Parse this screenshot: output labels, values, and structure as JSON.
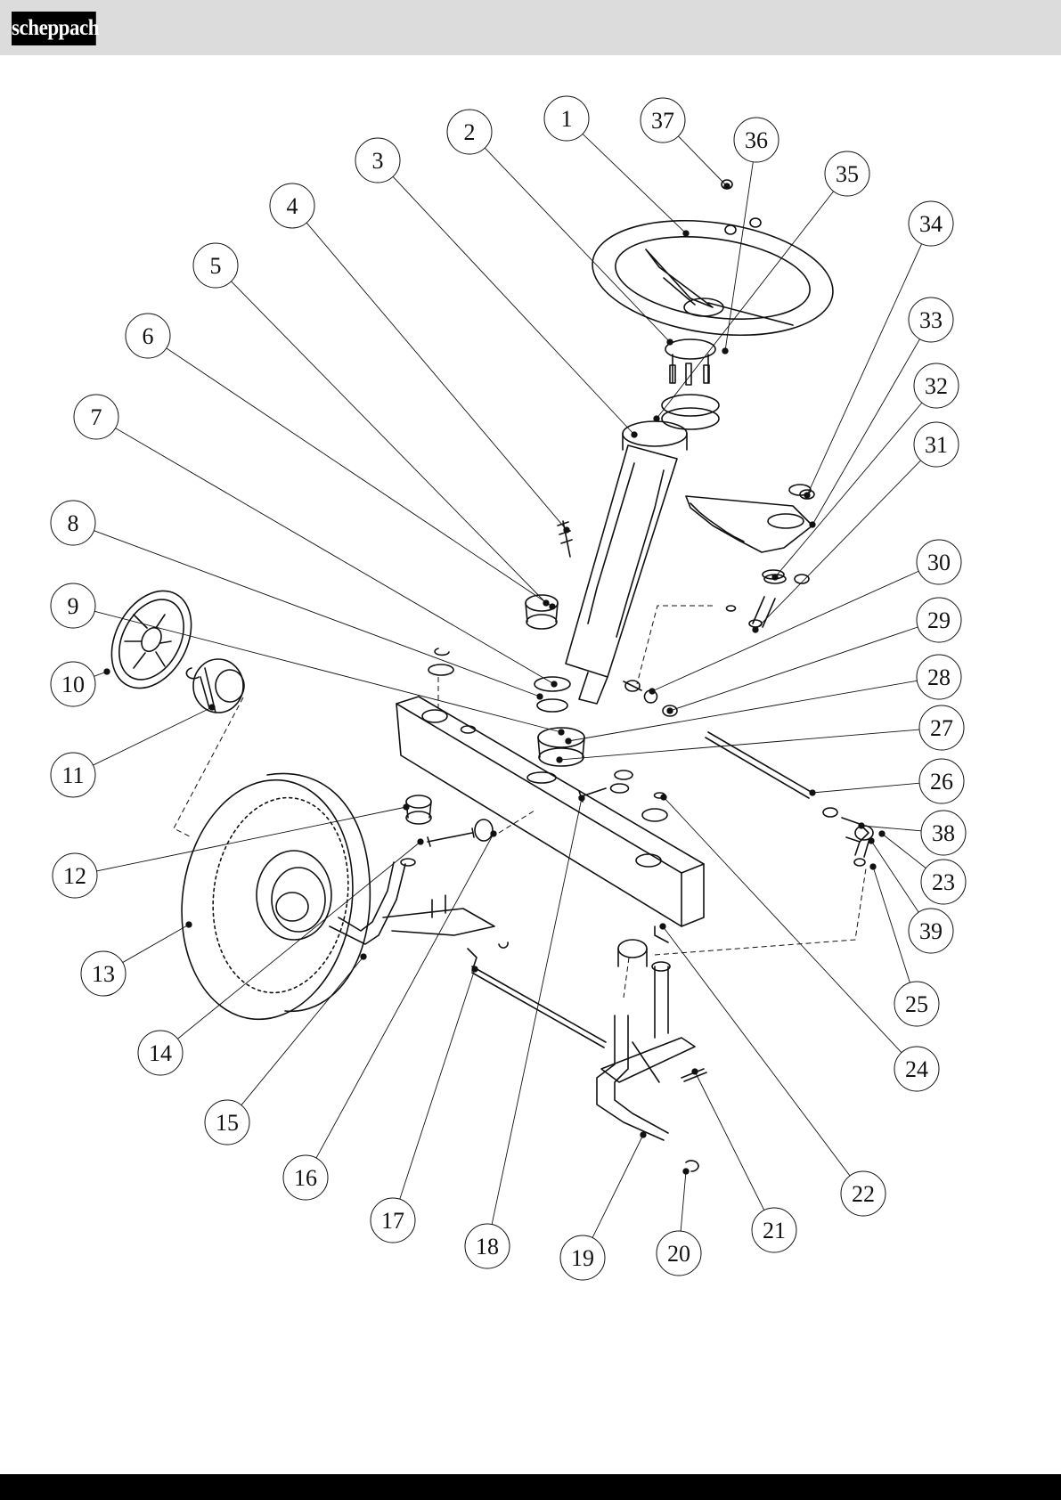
{
  "brand": {
    "logo_text": "scheppach"
  },
  "diagram": {
    "type": "exploded-parts-view",
    "callouts": [
      {
        "label": "1"
      },
      {
        "label": "2"
      },
      {
        "label": "3"
      },
      {
        "label": "4"
      },
      {
        "label": "5"
      },
      {
        "label": "6"
      },
      {
        "label": "7"
      },
      {
        "label": "8"
      },
      {
        "label": "9"
      },
      {
        "label": "10"
      },
      {
        "label": "11"
      },
      {
        "label": "12"
      },
      {
        "label": "13"
      },
      {
        "label": "14"
      },
      {
        "label": "15"
      },
      {
        "label": "16"
      },
      {
        "label": "17"
      },
      {
        "label": "18"
      },
      {
        "label": "19"
      },
      {
        "label": "20"
      },
      {
        "label": "21"
      },
      {
        "label": "22"
      },
      {
        "label": "23"
      },
      {
        "label": "24"
      },
      {
        "label": "25"
      },
      {
        "label": "26"
      },
      {
        "label": "27"
      },
      {
        "label": "28"
      },
      {
        "label": "29"
      },
      {
        "label": "30"
      },
      {
        "label": "31"
      },
      {
        "label": "32"
      },
      {
        "label": "33"
      },
      {
        "label": "34"
      },
      {
        "label": "35"
      },
      {
        "label": "36"
      },
      {
        "label": "37"
      },
      {
        "label": "38"
      },
      {
        "label": "39"
      }
    ]
  },
  "colors": {
    "header_bg": "#dcdcdc",
    "footer_bg": "#000000",
    "line": "#111111"
  }
}
